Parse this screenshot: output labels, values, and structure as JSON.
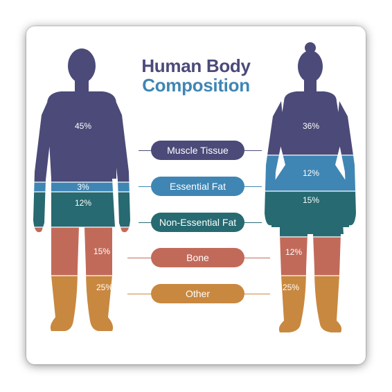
{
  "title": {
    "line1": "Human Body",
    "line2": "Composition"
  },
  "colors": {
    "muscle": "#4b4a79",
    "essential_fat": "#3f86b4",
    "non_essential_fat": "#276a71",
    "bone": "#c26a5a",
    "other": "#c9883f",
    "title_primary": "#4b4a79",
    "title_secondary": "#3f86b4"
  },
  "legend": [
    {
      "key": "muscle",
      "label": "Muscle Tissue"
    },
    {
      "key": "essential_fat",
      "label": "Essential Fat"
    },
    {
      "key": "non_essential_fat",
      "label": "Non-Essential Fat"
    },
    {
      "key": "bone",
      "label": "Bone"
    },
    {
      "key": "other",
      "label": "Other"
    }
  ],
  "male": {
    "muscle": "45%",
    "essential_fat": "3%",
    "non_essential_fat": "12%",
    "bone": "15%",
    "other": "25%"
  },
  "female": {
    "muscle": "36%",
    "essential_fat": "12%",
    "non_essential_fat": "15%",
    "bone": "12%",
    "other": "25%"
  }
}
